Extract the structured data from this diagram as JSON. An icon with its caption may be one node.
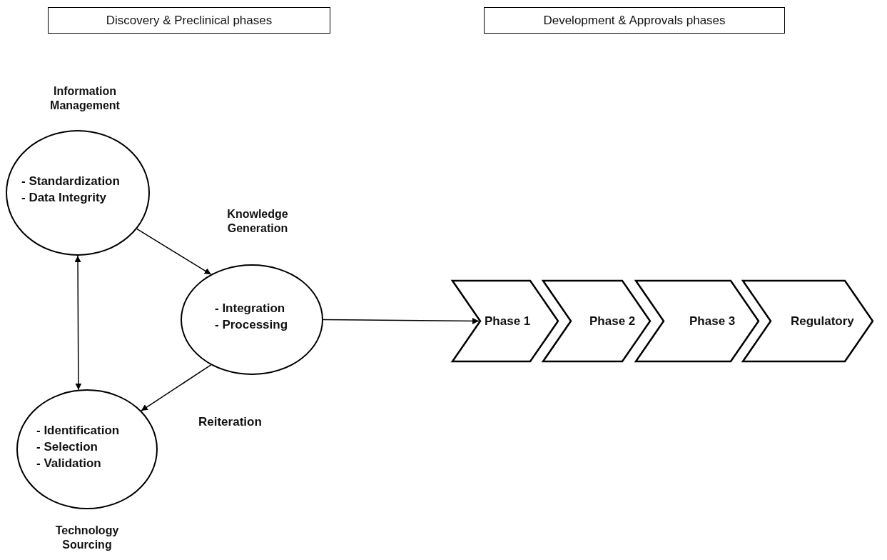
{
  "diagram": {
    "nodes": [
      {
        "text": [
          "Discovery & Preclinical phases"
        ]
      },
      {
        "text": [
          "Development & Approvals phases"
        ]
      },
      {
        "text": [
          "Information Management",
          "- Standardization",
          "- Data Integrity"
        ]
      },
      {
        "text": [
          "Knowledge Generation",
          "- Integration",
          "- Processing"
        ]
      },
      {
        "text": [
          "- Identification",
          "- Selection",
          "- Validation",
          "Technology Sourcing"
        ]
      },
      {
        "text": [
          "Phase 1"
        ]
      },
      {
        "text": [
          "Phase 2"
        ]
      },
      {
        "text": [
          "Phase 3"
        ]
      },
      {
        "text": [
          "Regulatory"
        ]
      }
    ],
    "edges": [
      {
        "from": 2,
        "to": 3,
        "arrow": "to"
      },
      {
        "from": 3,
        "to": 4,
        "arrow": "to"
      },
      {
        "from": 2,
        "to": 4,
        "arrow": "both"
      },
      {
        "from": 3,
        "to": 5,
        "arrow": "to"
      }
    ],
    "labels": [
      "Reiteration"
    ]
  }
}
